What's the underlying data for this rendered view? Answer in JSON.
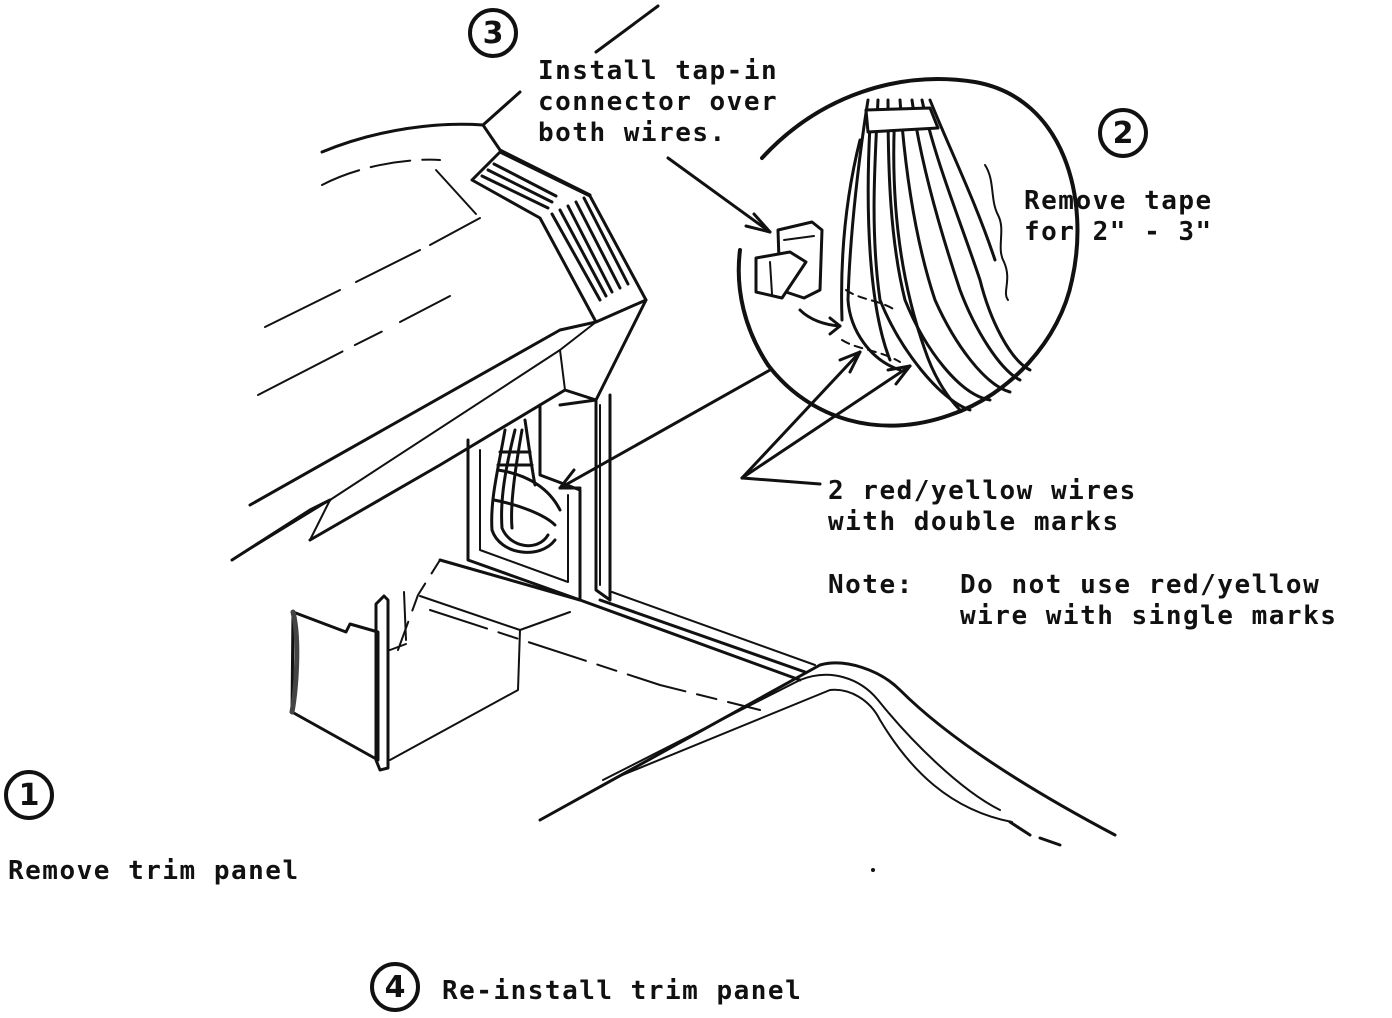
{
  "steps": [
    {
      "number": "1",
      "label": "Remove trim panel"
    },
    {
      "number": "2",
      "label": "Remove tape\nfor 2\" - 3\""
    },
    {
      "number": "3",
      "label": "Install tap-in\nconnector over\nboth wires."
    },
    {
      "number": "4",
      "label": "Re-install trim panel"
    }
  ],
  "callouts": {
    "wires": "2 red/yellow wires\nwith double marks",
    "note_prefix": "Note:",
    "note_text": "Do not use red/yellow\nwire with single marks"
  }
}
